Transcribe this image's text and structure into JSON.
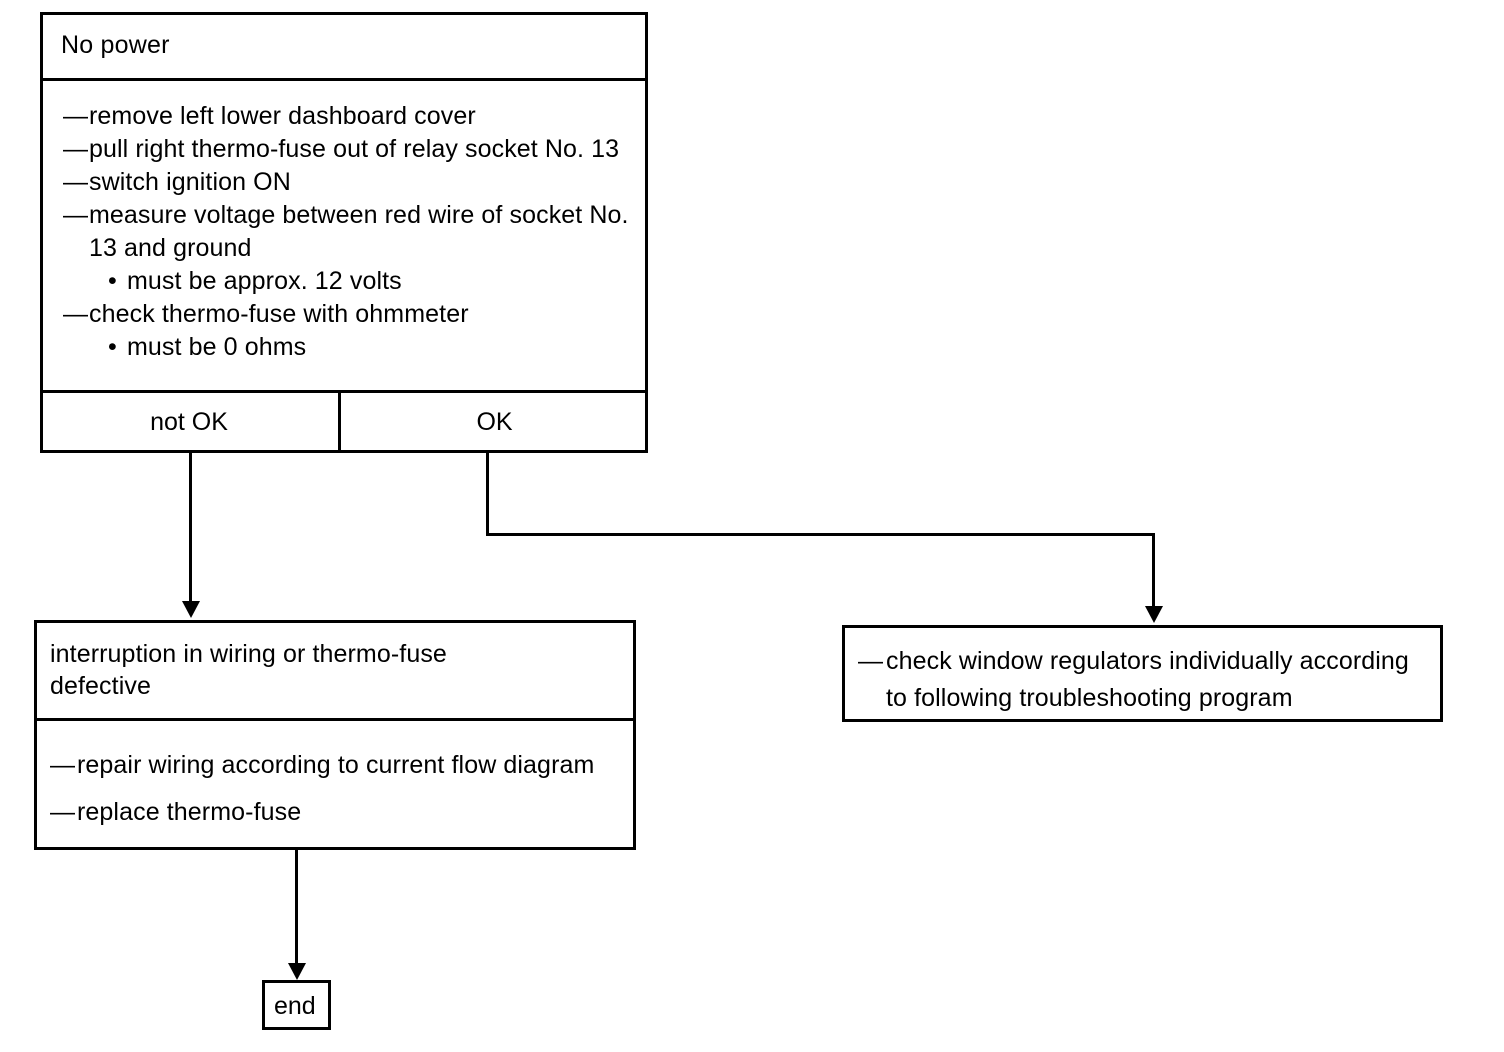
{
  "diagram": {
    "title": "No power troubleshooting flowchart",
    "line_color": "#000000",
    "background_color": "#ffffff"
  },
  "top_box": {
    "header": "No power",
    "steps": [
      {
        "marker": "—",
        "text": "remove left lower dashboard cover"
      },
      {
        "marker": "—",
        "text": "pull right thermo-fuse out of relay socket No. 13"
      },
      {
        "marker": "—",
        "text": "switch ignition ON"
      },
      {
        "marker": "—",
        "text": "measure voltage between red wire of socket No."
      },
      {
        "marker": "",
        "text": "13 and ground"
      },
      {
        "marker": "•",
        "text": "must be approx. 12 volts"
      },
      {
        "marker": "—",
        "text": "check thermo-fuse with ohmmeter"
      },
      {
        "marker": "•",
        "text": "must be 0 ohms"
      }
    ]
  },
  "decision": {
    "left_label": "not OK",
    "right_label": "OK"
  },
  "fault_box": {
    "result_line_1": "interruption in wiring or thermo-fuse",
    "result_line_2": "defective",
    "actions": [
      {
        "marker": "—",
        "text": "repair wiring according to current flow diagram"
      },
      {
        "marker": "—",
        "text": "replace thermo-fuse"
      }
    ]
  },
  "ok_box": {
    "lines": [
      {
        "marker": "—",
        "text": "check window regulators individually according"
      },
      {
        "marker": "",
        "text": "to following troubleshooting program"
      }
    ]
  },
  "end_box": {
    "label": "end"
  }
}
